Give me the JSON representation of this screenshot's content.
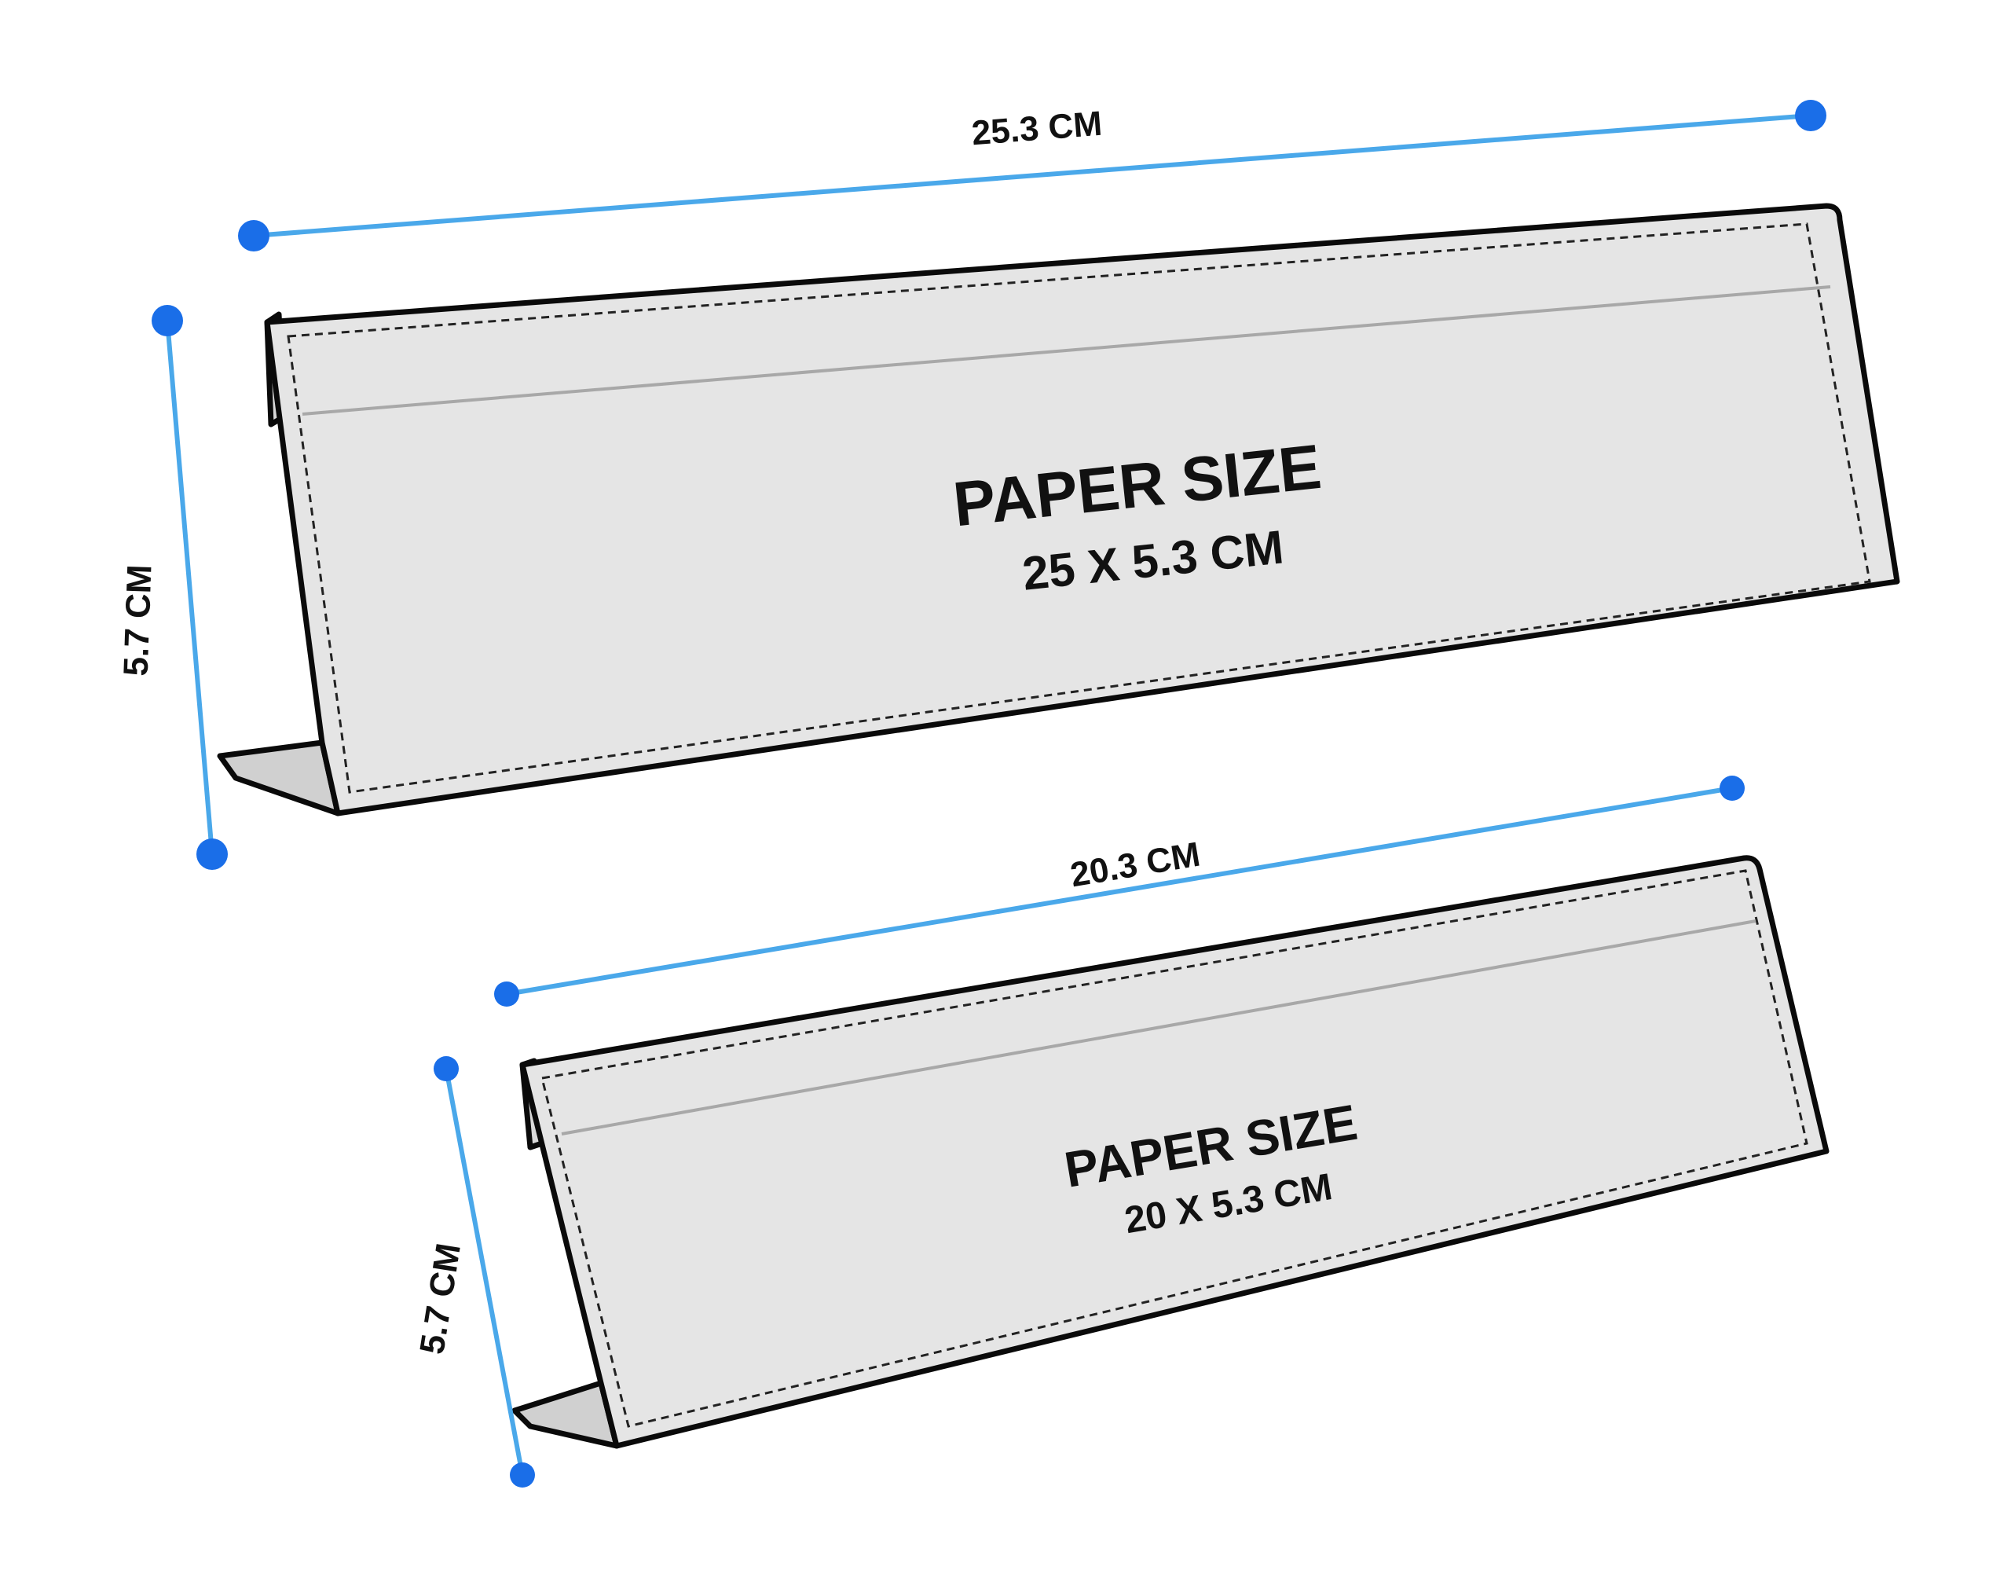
{
  "stands": [
    {
      "id": "large",
      "width_label": "25.3 CM",
      "height_label": "5.7 CM",
      "paper_title": "PAPER SIZE",
      "paper_size": "25 X 5.3 CM"
    },
    {
      "id": "small",
      "width_label": "20.3 CM",
      "height_label": "5.7 CM",
      "paper_title": "PAPER SIZE",
      "paper_size": "20 X 5.3 CM"
    }
  ],
  "colors": {
    "dimension_line": "#4aa8ea",
    "dimension_dot": "#1a6ee8",
    "panel_fill": "#e5e5e5",
    "outline": "#0a0a0a"
  },
  "icons": {
    "dimension_endpoint": "dot-icon"
  }
}
